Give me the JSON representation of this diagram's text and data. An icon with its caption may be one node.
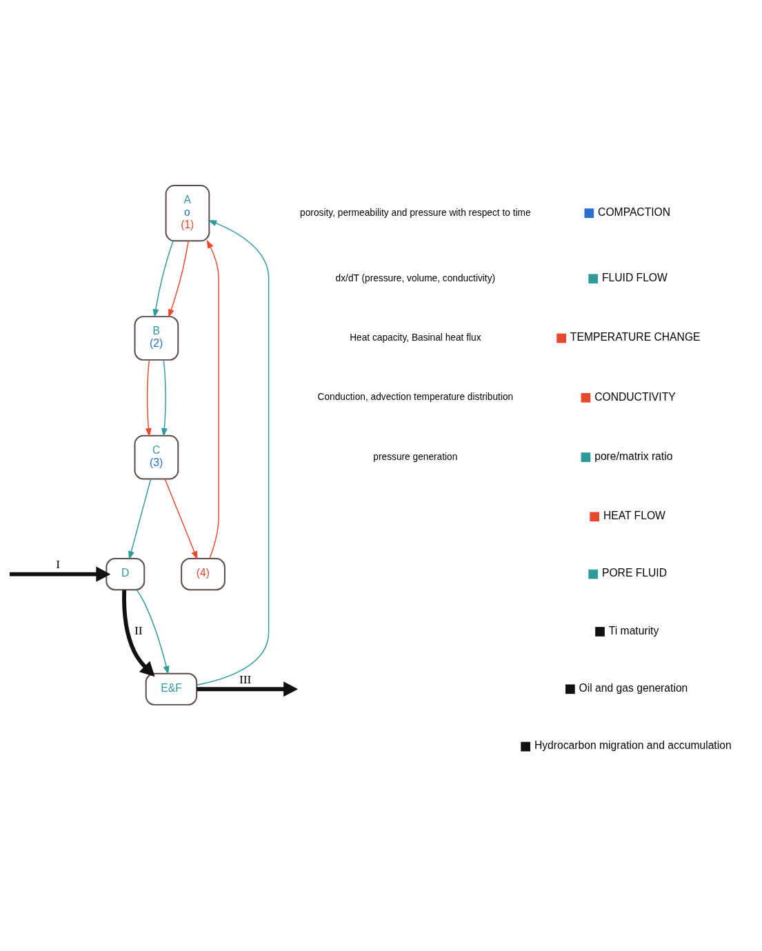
{
  "diagram": {
    "nodes": [
      {
        "text": [
          "A",
          "o",
          "(1)"
        ]
      },
      {
        "text": [
          "B",
          "(2)"
        ]
      },
      {
        "text": [
          "C",
          "(3)"
        ]
      },
      {
        "text": [
          "(4)"
        ]
      },
      {
        "text": [
          "D"
        ]
      },
      {
        "text": [
          "E&F"
        ]
      }
    ],
    "edges": [
      {
        "from": 0,
        "to": 1,
        "arrow": "to",
        "color": "#2e9a9a"
      },
      {
        "from": 0,
        "to": 1,
        "arrow": "to",
        "color": "#e8482c"
      },
      {
        "from": 1,
        "to": 2,
        "arrow": "to",
        "color": "#e8482c"
      },
      {
        "from": 1,
        "to": 2,
        "arrow": "to",
        "color": "#2e9a9a"
      },
      {
        "from": 2,
        "to": 4,
        "arrow": "to",
        "color": "#2e9a9a"
      },
      {
        "from": 2,
        "to": 3,
        "arrow": "to",
        "color": "#e8482c"
      },
      {
        "from": 3,
        "to": 0,
        "arrow": "to",
        "color": "#e8482c"
      },
      {
        "from": 4,
        "to": 5,
        "arrow": "to",
        "color": "#2e9a9a"
      },
      {
        "from": 4,
        "to": 5,
        "arrow": "to",
        "label": "II",
        "style": "thick",
        "color": "#111111"
      },
      {
        "from": 5,
        "to": 0,
        "arrow": "to",
        "color": "#2e9a9a"
      },
      {
        "from": null,
        "to": 4,
        "arrow": "to",
        "label": "I",
        "style": "thick",
        "color": "#111111"
      },
      {
        "from": 5,
        "to": null,
        "arrow": "to",
        "label": "III",
        "style": "thick",
        "color": "#111111"
      }
    ],
    "labels": [
      "porosity, permeability and pressure with respect to time",
      "dx/dT (pressure, volume, conductivity)",
      "Heat capacity, Basinal heat flux",
      "Conduction, advection temperature distribution",
      "pressure generation"
    ],
    "legend": [
      {
        "text": "COMPACTION",
        "color": "#2a6fd0"
      },
      {
        "text": "FLUID FLOW",
        "color": "#2e9a9a"
      },
      {
        "text": "TEMPERATURE CHANGE",
        "color": "#e8482c"
      },
      {
        "text": "CONDUCTIVITY",
        "color": "#e8482c"
      },
      {
        "text": "pore/matrix ratio",
        "color": "#2e9a9a"
      },
      {
        "text": "HEAT FLOW",
        "color": "#e8482c"
      },
      {
        "text": "PORE FLUID",
        "color": "#2e9a9a"
      },
      {
        "text": "Ti maturity",
        "color": "#111111"
      },
      {
        "text": "Oil and gas generation",
        "color": "#111111"
      },
      {
        "text": "Hydrocarbon migration and accumulation",
        "color": "#111111"
      }
    ]
  }
}
